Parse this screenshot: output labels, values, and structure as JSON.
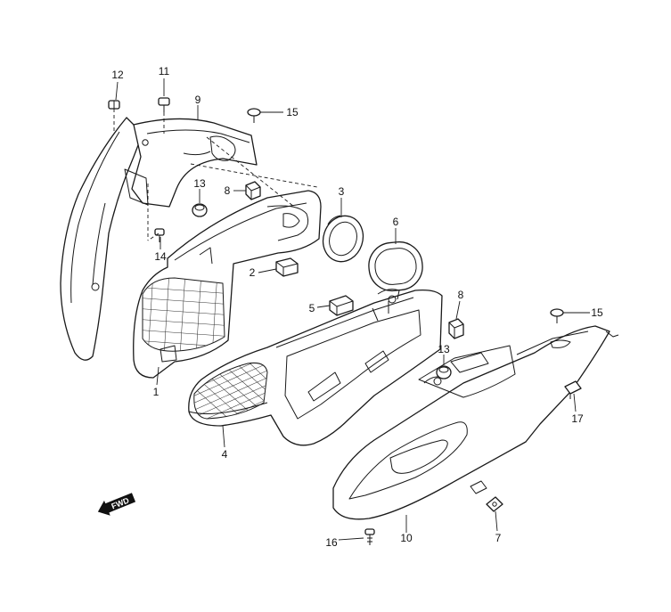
{
  "diagram": {
    "callouts": {
      "c1": "1",
      "c2": "2",
      "c3": "3",
      "c4": "4",
      "c5": "5",
      "c6": "6",
      "c7": "7",
      "c8a": "8",
      "c8b": "8",
      "c9": "9",
      "c10": "10",
      "c11": "11",
      "c12": "12",
      "c13a": "13",
      "c13b": "13",
      "c14": "14",
      "c15a": "15",
      "c15b": "15",
      "c16": "16",
      "c17": "17"
    },
    "direction_arrow": {
      "label": "FWD"
    }
  }
}
